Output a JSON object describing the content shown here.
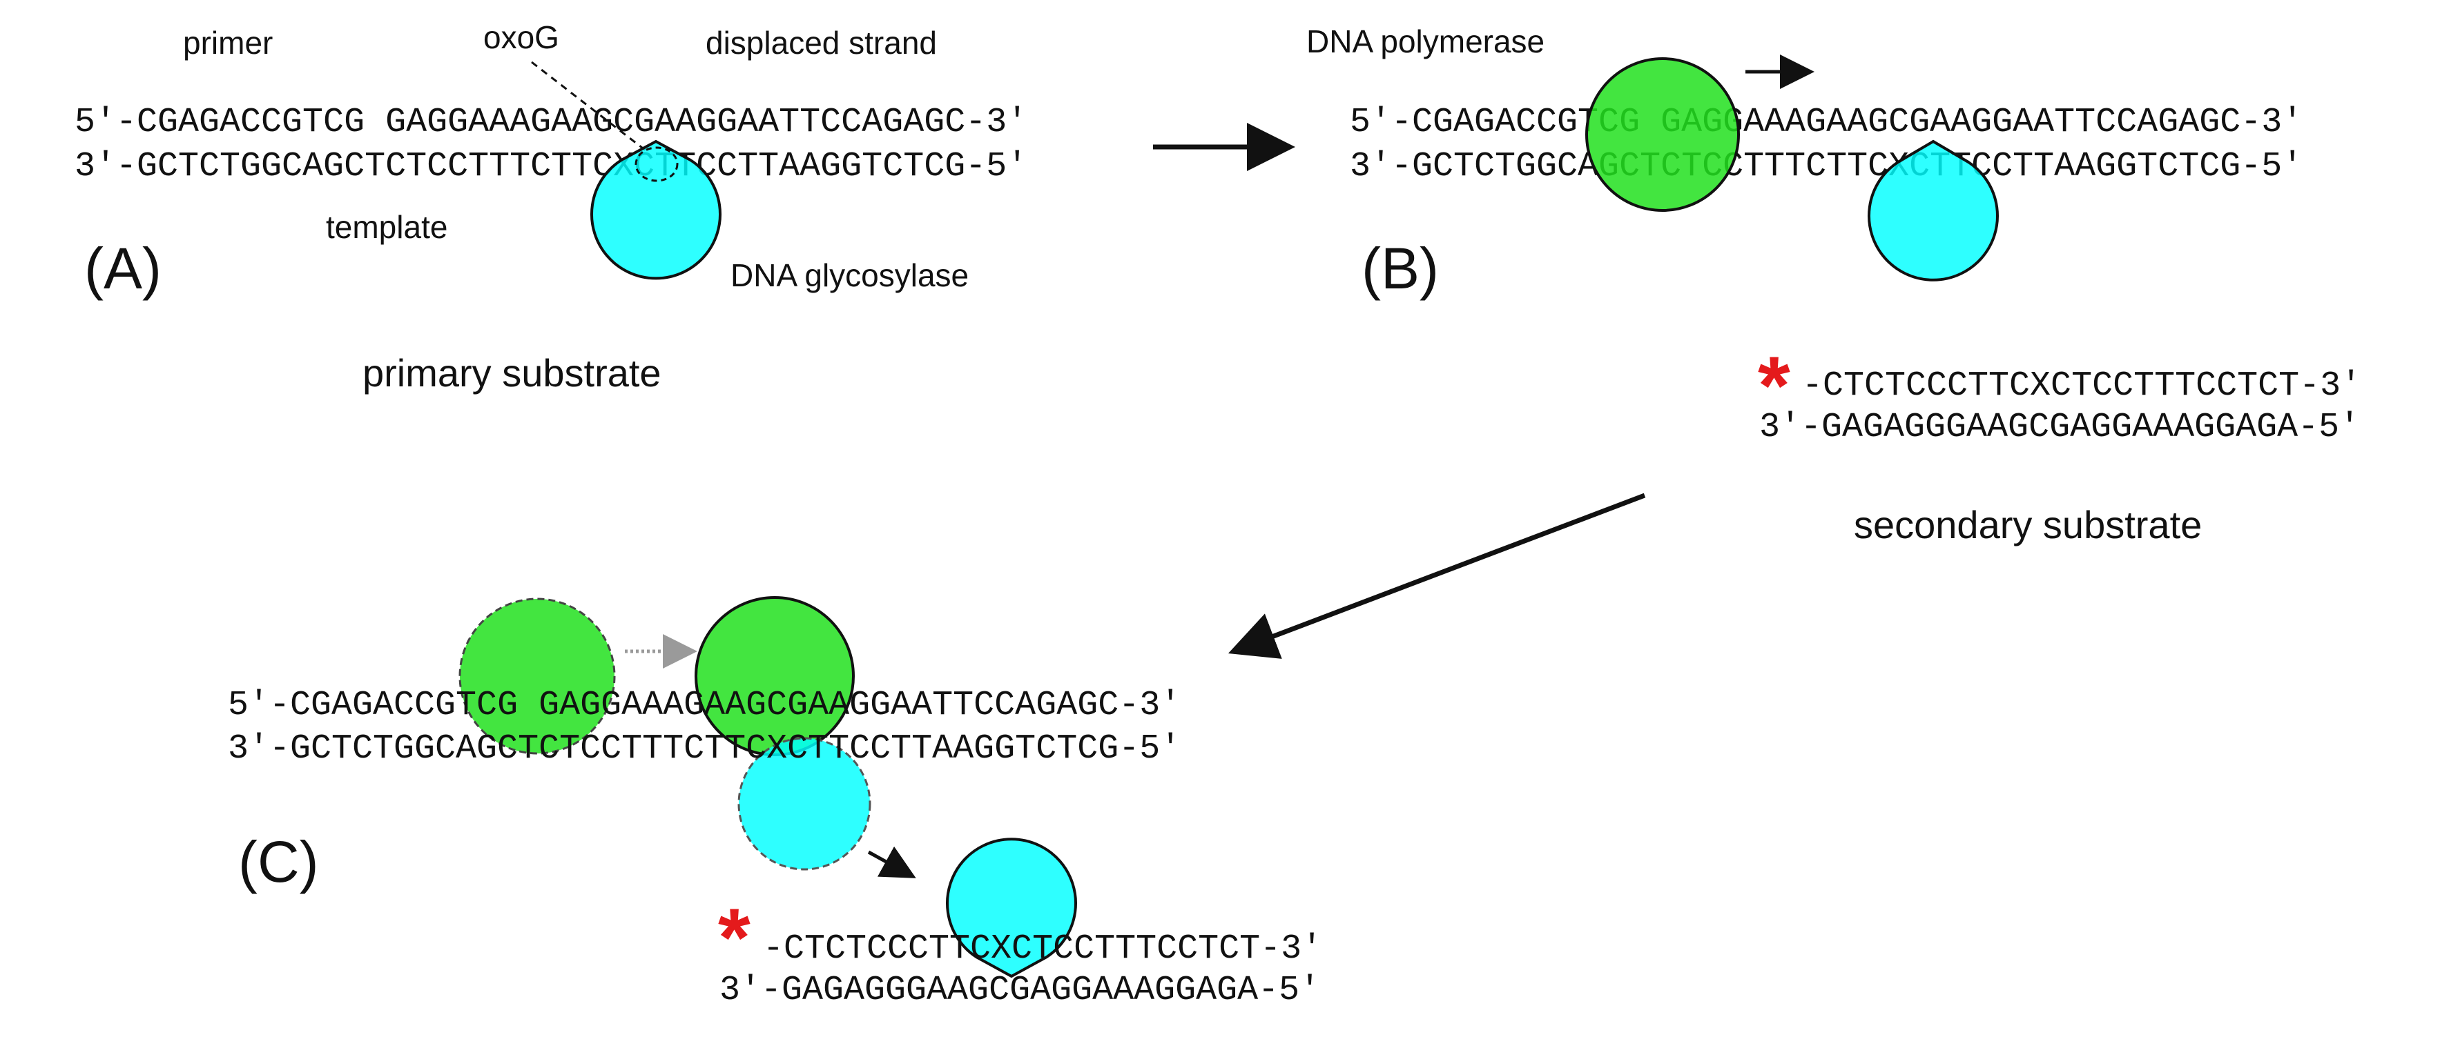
{
  "colors": {
    "polymerase": "#22e01e",
    "glycosylase": "#00ffff",
    "star": "#e41a1c",
    "ghost_arrow": "#9a9a9a"
  },
  "panel_a": {
    "label": "(A)",
    "caption": "primary substrate",
    "primer_label": "primer",
    "oxog_label": "oxoG",
    "displaced_label": "displaced strand",
    "template_label": "template",
    "enzyme_label": "DNA glycosylase",
    "top_strand": "5′-CGAGACCGTCG GAGGAAAGAAGCGAAGGAATTCCAGAGC-3′",
    "bottom_strand": "3′-GCTCTGGCAGCTCTCCTTTCTTCXCTTCCTTAAGGTCTCG-5′"
  },
  "panel_b": {
    "label": "(B)",
    "enzyme_label": "DNA polymerase",
    "top_strand": "5′-CGAGACCGTCG GAGGAAAGAAGCGAAGGAATTCCAGAGC-3′",
    "bottom_strand": "3′-GCTCTGGCAGCTCTCCTTTCTTCXCTTCCTTAAGGTCTCG-5′",
    "secondary_top": "-CTCTCCCTTCXCTCCTTTCCTCT-3′",
    "secondary_bottom": "3′-GAGAGGGAAGCGAGGAAAGGAGA-5′",
    "secondary_caption": "secondary substrate",
    "star": "*"
  },
  "panel_c": {
    "label": "(C)",
    "top_strand": "5′-CGAGACCGTCG GAGGAAAGAAGCGAAGGAATTCCAGAGC-3′",
    "bottom_strand": "3′-GCTCTGGCAGCTCTCCTTTCTTCXCTTCCTTAAGGTCTCG-5′",
    "secondary_top": "-CTCTCCCTTCXCTCCTTTCCTCT-3′",
    "secondary_bottom": "3′-GAGAGGGAAGCGAGGAAAGGAGA-5′",
    "star": "*"
  }
}
